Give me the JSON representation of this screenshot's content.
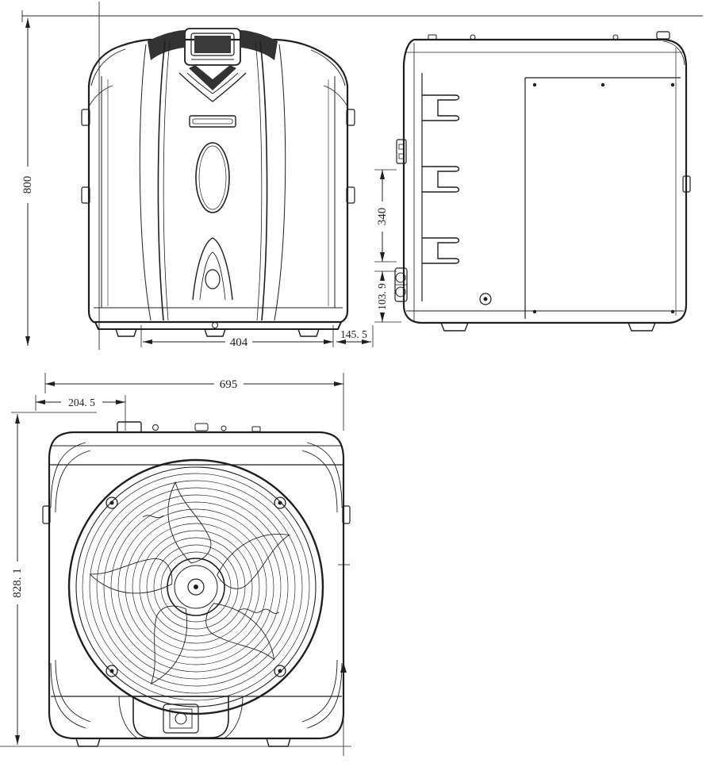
{
  "colors": {
    "ink": "#1f1f1f",
    "background": "#ffffff",
    "screen_fill": "#3a3a3a"
  },
  "dimensions": {
    "front_height": "800",
    "front_bottom_width": "404",
    "front_bottom_right": "145. 5",
    "side_middle": "340",
    "side_bottom": "103. 9",
    "fan_top_width": "695",
    "fan_top_left": "204. 5",
    "fan_left_height": "828. 1"
  }
}
